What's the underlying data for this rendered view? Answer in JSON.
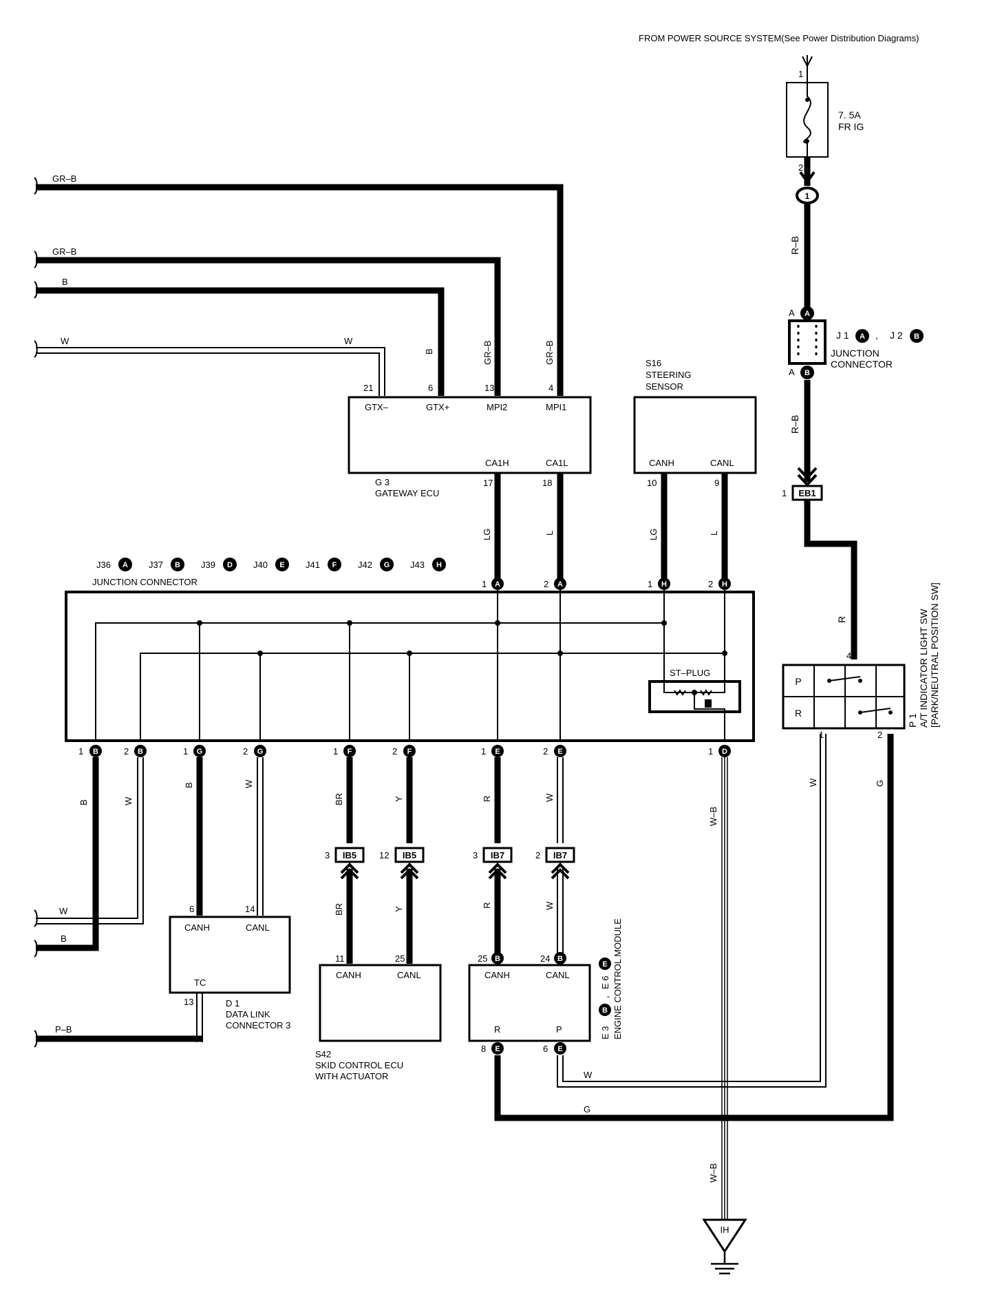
{
  "header": {
    "power_source": "FROM POWER SOURCE SYSTEM(See Power Distribution Diagrams)"
  },
  "fuse": {
    "rating": "7. 5A",
    "name": "FR IG",
    "pin_in": "1",
    "pin_out": "2"
  },
  "splice_1": "1",
  "wire_colors": {
    "gr_b": "GR–B",
    "b": "B",
    "w": "W",
    "r_b": "R–B",
    "lg": "LG",
    "l": "L",
    "r": "R",
    "g": "G",
    "br": "BR",
    "y": "Y",
    "w_b": "W–B",
    "p_b": "P–B"
  },
  "junction_j1": {
    "label_j1": "J 1",
    "badge_a": "A",
    "sep": ",",
    "label_j2": "J 2",
    "badge_b": "B",
    "name_line1": "JUNCTION",
    "name_line2": "CONNECTOR",
    "pin_top": "A",
    "pin_bottom": "A"
  },
  "gateway": {
    "code": "G 3",
    "name": "GATEWAY ECU",
    "pins": [
      {
        "num": "21",
        "name": "GTX–"
      },
      {
        "num": "6",
        "name": "GTX+"
      },
      {
        "num": "13",
        "name": "MPI2"
      },
      {
        "num": "4",
        "name": "MPI1"
      },
      {
        "num": "17",
        "name": "CA1H"
      },
      {
        "num": "18",
        "name": "CA1L"
      }
    ]
  },
  "steering": {
    "code": "S16",
    "name_line1": "STEERING",
    "name_line2": "SENSOR",
    "pins": [
      {
        "num": "10",
        "name": "CANH"
      },
      {
        "num": "9",
        "name": "CANL"
      }
    ]
  },
  "eb1": {
    "pin": "1",
    "name": "EB1"
  },
  "junction_main": {
    "labels": [
      {
        "code": "J36",
        "badge": "A"
      },
      {
        "code": "J37",
        "badge": "B"
      },
      {
        "code": "J39",
        "badge": "D"
      },
      {
        "code": "J40",
        "badge": "E"
      },
      {
        "code": "J41",
        "badge": "F"
      },
      {
        "code": "J42",
        "badge": "G"
      },
      {
        "code": "J43",
        "badge": "H"
      }
    ],
    "name": "JUNCTION CONNECTOR",
    "st_plug": "ST–PLUG",
    "top_pins": [
      {
        "num": "1",
        "badge": "A"
      },
      {
        "num": "2",
        "badge": "A"
      },
      {
        "num": "1",
        "badge": "H"
      },
      {
        "num": "2",
        "badge": "H"
      }
    ],
    "bottom_pins": [
      {
        "num": "1",
        "badge": "B"
      },
      {
        "num": "2",
        "badge": "B"
      },
      {
        "num": "1",
        "badge": "G"
      },
      {
        "num": "2",
        "badge": "G"
      },
      {
        "num": "1",
        "badge": "F"
      },
      {
        "num": "2",
        "badge": "F"
      },
      {
        "num": "1",
        "badge": "E"
      },
      {
        "num": "2",
        "badge": "E"
      },
      {
        "num": "1",
        "badge": "D"
      }
    ]
  },
  "pn_switch": {
    "code": "P 1",
    "name_line1": "A/T INDICATOR LIGHT SW",
    "name_line2": "[PARK/NEUTRAL POSITION SW]",
    "pos_p": "P",
    "pos_r": "R",
    "pin_top": "4",
    "pin_1": "1",
    "pin_2": "2"
  },
  "ib_connectors": [
    {
      "pin": "3",
      "name": "IB5"
    },
    {
      "pin": "12",
      "name": "IB5"
    },
    {
      "pin": "3",
      "name": "IB7"
    },
    {
      "pin": "2",
      "name": "IB7"
    }
  ],
  "dlc": {
    "code": "D 1",
    "name_line1": "DATA LINK",
    "name_line2": "CONNECTOR 3",
    "pins": [
      {
        "num": "6",
        "name": "CANH"
      },
      {
        "num": "14",
        "name": "CANL"
      },
      {
        "num": "13",
        "name": "TC"
      }
    ]
  },
  "skid": {
    "code": "S42",
    "name_line1": "SKID CONTROL ECU",
    "name_line2": "WITH ACTUATOR",
    "pins": [
      {
        "num": "11",
        "name": "CANH"
      },
      {
        "num": "25",
        "name": "CANL"
      }
    ]
  },
  "ecm": {
    "code_e3": "E 3",
    "badge_b": "B",
    "sep": ",",
    "code_e6": "E 6",
    "badge_e": "E",
    "name": "ENGINE CONTROL MODULE",
    "pins": [
      {
        "num": "25",
        "badge": "B",
        "name": "CANH"
      },
      {
        "num": "24",
        "badge": "B",
        "name": "CANL"
      },
      {
        "num": "8",
        "badge": "E",
        "name": "R"
      },
      {
        "num": "6",
        "badge": "E",
        "name": "P"
      }
    ]
  },
  "ground": {
    "name": "IH"
  }
}
